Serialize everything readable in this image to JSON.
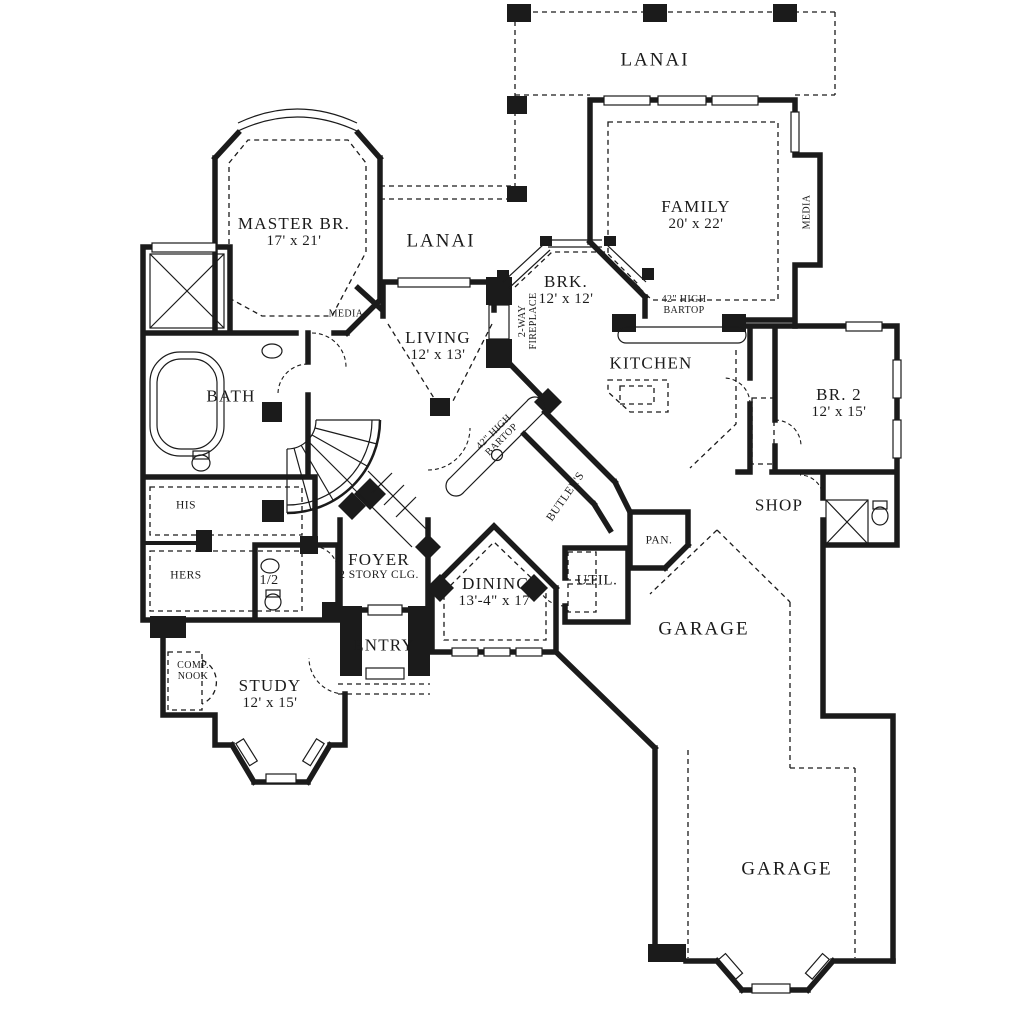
{
  "colors": {
    "ink": "#1b1b1b",
    "paper": "#ffffff"
  },
  "labels": {
    "lanai_top": {
      "name": "LANAI"
    },
    "family": {
      "name": "FAMILY",
      "dims": "20' x 22'"
    },
    "media_family": {
      "name": "MEDIA"
    },
    "master": {
      "name": "MASTER BR.",
      "dims": "17' x 21'"
    },
    "lanai_mid": {
      "name": "LANAI"
    },
    "brk": {
      "name": "BRK.",
      "dims": "12' x 12'"
    },
    "fireplace": {
      "line1": "2-WAY",
      "line2": "FIREPLACE"
    },
    "bartop_kitchen": {
      "line1": "42\" HIGH",
      "line2": "BARTOP"
    },
    "living": {
      "name": "LIVING",
      "dims": "12' x 13'"
    },
    "kitchen": {
      "name": "KITCHEN"
    },
    "media_hall": {
      "name": "MEDIA"
    },
    "bath": {
      "name": "BATH"
    },
    "br2": {
      "name": "BR. 2",
      "dims": "12' x 15'"
    },
    "bartop_stairs": {
      "line1": "42\" HIGH",
      "line2": "BARTOP"
    },
    "butlers": {
      "name": "BUTLER'S"
    },
    "his": {
      "name": "HIS"
    },
    "hers": {
      "name": "HERS"
    },
    "half_bath": {
      "name": "1/2"
    },
    "shop": {
      "name": "SHOP"
    },
    "pantry": {
      "name": "PAN."
    },
    "foyer": {
      "name": "FOYER",
      "sub": "2 STORY CLG."
    },
    "dining": {
      "name": "DINING",
      "dims": "13'-4\" x 17'"
    },
    "util": {
      "name": "UTIL."
    },
    "garage_upper": {
      "name": "GARAGE"
    },
    "comp_nook": {
      "line1": "COMP.",
      "line2": "NOOK"
    },
    "entry": {
      "name": "ENTRY"
    },
    "study": {
      "name": "STUDY",
      "dims": "12' x 15'"
    },
    "garage_lower": {
      "name": "GARAGE"
    }
  }
}
